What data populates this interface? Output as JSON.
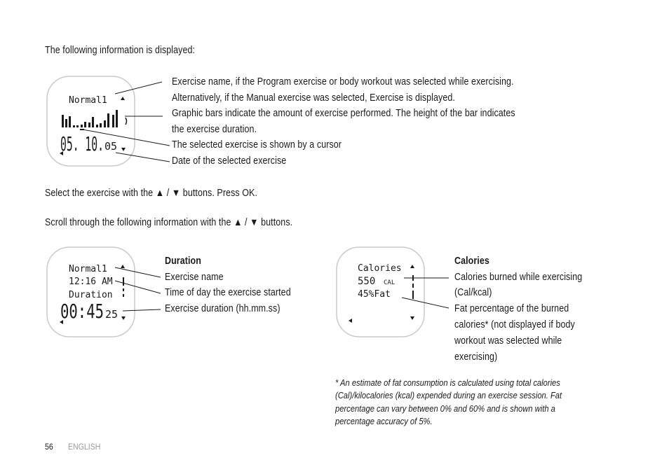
{
  "intro": "The following information is displayed:",
  "diagram1": {
    "screen": {
      "name_line": "Normal1",
      "date_big": "05. 10.",
      "date_small": "05"
    },
    "callouts": [
      "Exercise name, if the Program exercise or body workout was selected while exercising.",
      "Alternatively, if the Manual exercise was selected, Exercise is displayed.",
      "Graphic bars indicate the amount of exercise performed. The height of the bar indicates",
      "the exercise duration.",
      "The selected exercise is shown by a cursor",
      "Date of the selected exercise"
    ]
  },
  "instruction1": "Select the exercise with the ▲ / ▼ buttons. Press OK.",
  "instruction2": "Scroll through the following information with the ▲ / ▼ buttons.",
  "diagram2": {
    "screen": {
      "line1": "Normal1",
      "line2": "12:16 AM",
      "line3": "Duration",
      "time_big": "00:45",
      "time_small": "25"
    },
    "heading": "Duration",
    "callouts": [
      "Exercise name",
      "Time of day the exercise started",
      "Exercise duration (hh.mm.ss)"
    ]
  },
  "diagram3": {
    "screen": {
      "line1": "Calories",
      "line2_value": "550",
      "line2_unit": "CAL",
      "line3": "45%Fat"
    },
    "heading": "Calories",
    "callouts": [
      "Calories burned while exercising",
      "(Cal/kcal)",
      "Fat percentage of the burned",
      "calories* (not displayed if body",
      "workout was selected while",
      "exercising)"
    ]
  },
  "footnote": [
    "* An estimate of fat consumption is calculated using total calories",
    "(Cal)/kilocalories (kcal) expended during an exercise session. Fat",
    "percentage can vary between 0% and 60% and is shown with a",
    "percentage accuracy of 5%."
  ],
  "footer": {
    "page_number": "56",
    "language": "ENGLISH"
  }
}
